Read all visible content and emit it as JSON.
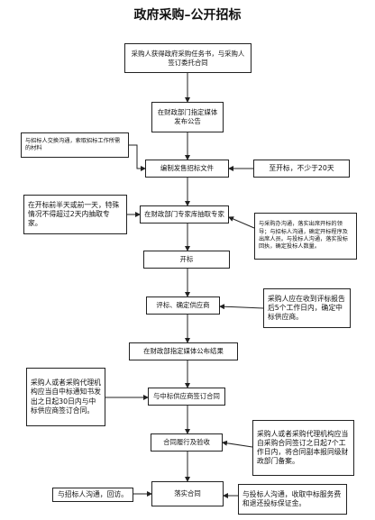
{
  "title": "政府采购–公开招标",
  "main_steps": {
    "s1": "采购人获得政府采购任务书，与采购人签订委托合同",
    "s2": "在财政部门指定媒体发布公告",
    "s3": "编制发售招标文件",
    "s4": "在财政部门专家库抽取专家",
    "s5": "开标",
    "s6": "评标、确定供应商",
    "s7": "在财政部指定媒体公布结果",
    "s8": "与中标供应商签订合同",
    "s9": "合同履行及验收",
    "s10": "落实合同"
  },
  "side_notes": {
    "n3_left": "与招标人交换沟通，索取招标工作所需的材料",
    "n3_right": "至开标，不少于20天",
    "n4_left": "在开标前半天或前一天，特殊情况不得超过2天内抽取专家。",
    "n4_right": "与采购办沟通，落实出席开标的领导；与招标人沟通，确定开标程序及出席人员。与投标人沟通，落实投标回执，确定投标人数量。",
    "n6_right": "采购人应在收到评标报告后5个工作日内，确定中标供应商。",
    "n8_left": "采购人或者采购代理机构应当自中标通知书发出之日起30日内与中标供应商签订合同。",
    "n9_right": "采购人或者采购代理机构应当自采购合同签订之日起7个工作日内，将合同副本报同级财政部门备案。",
    "n10_left": "与招标人沟通，回访。",
    "n10_right": "与投标人沟通，收取中标服务费和退还投标保证金。"
  }
}
